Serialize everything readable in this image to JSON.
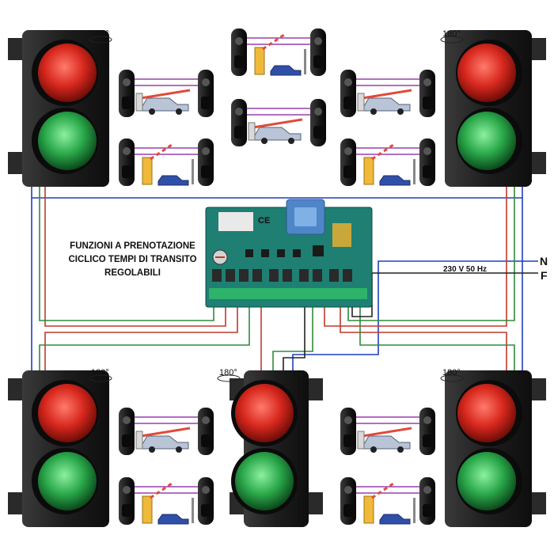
{
  "caption": {
    "line1": "FUNZIONI A PRENOTAZIONE",
    "line2": "CICLICO TEMPI DI TRANSITO",
    "line3": "REGOLABILI"
  },
  "supply": {
    "label": "230 V 50 Hz",
    "terminal_n": "N",
    "terminal_f": "F"
  },
  "rotation_label": "180°",
  "colors": {
    "red_lamp": "#d8281e",
    "green_lamp": "#2aa84a",
    "housing": "#1d1d1d",
    "pcb": "#1f7f73",
    "wire_red": "#c0392b",
    "wire_green": "#2e8b3a",
    "wire_blue": "#1f3fbf",
    "wire_black": "#222222",
    "beam": "#9a3fb0"
  }
}
